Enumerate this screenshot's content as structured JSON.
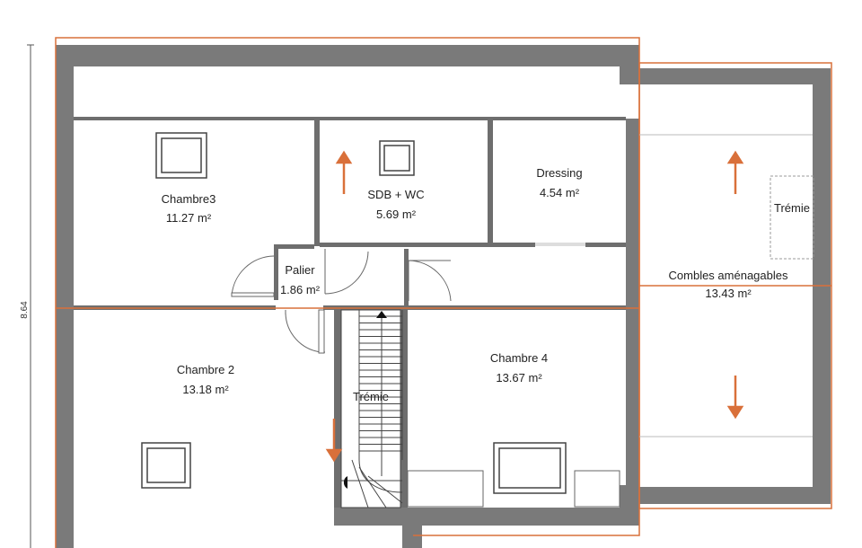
{
  "rooms": [
    {
      "id": "chambre3",
      "name": "Chambre3",
      "area": "11.27 m²"
    },
    {
      "id": "sdb",
      "name": "SDB + WC",
      "area": "5.69 m²"
    },
    {
      "id": "dressing",
      "name": "Dressing",
      "area": "4.54 m²"
    },
    {
      "id": "palier",
      "name": "Palier",
      "area": "1.86 m²"
    },
    {
      "id": "chambre2",
      "name": "Chambre 2",
      "area": "13.18 m²"
    },
    {
      "id": "chambre4",
      "name": "Chambre 4",
      "area": "13.67 m²"
    },
    {
      "id": "combles",
      "name": "Combles aménagables",
      "area": "13.43 m²"
    }
  ],
  "tremie_labels": {
    "stair": "Trémie",
    "combles": "Trémie"
  },
  "dimension": {
    "height": "8.64"
  },
  "colors": {
    "wall": "#7a7a7a",
    "partition": "#6e6e6e",
    "outline": "#d9703a",
    "arrow": "#d9703a",
    "text": "#222222"
  }
}
